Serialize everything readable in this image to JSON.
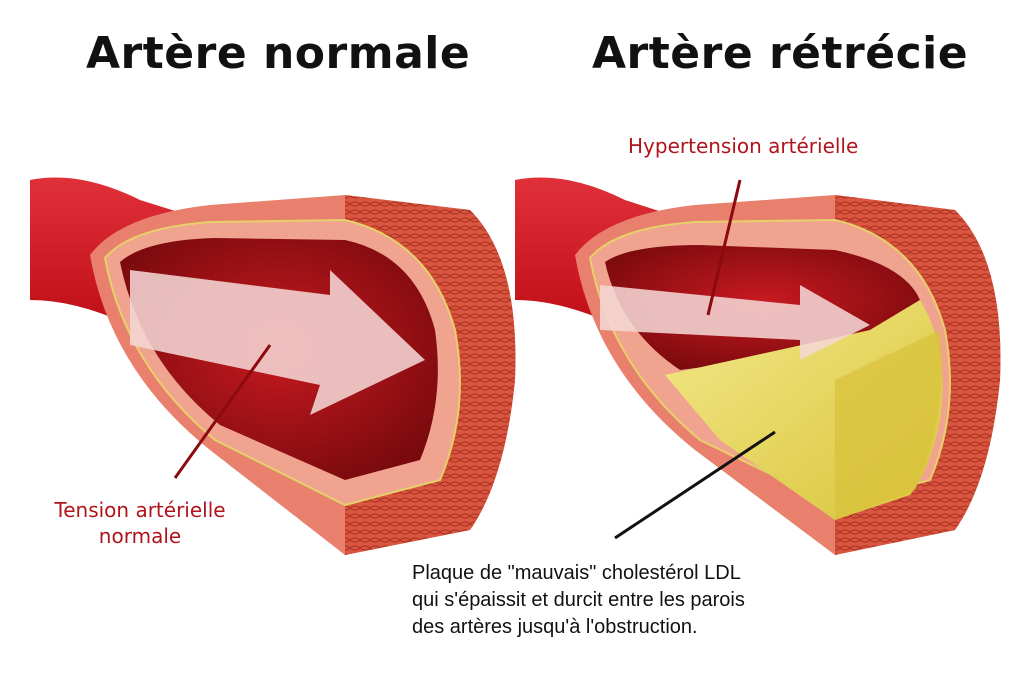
{
  "titles": {
    "left": "Artère normale",
    "right": "Artère rétrécie"
  },
  "labels": {
    "normal_tension_line1": "Tension artérielle",
    "normal_tension_line2": "normale",
    "hypertension": "Hypertension artérielle",
    "plaque_line1": "Plaque de \"mauvais\" cholestérol LDL",
    "plaque_line2": "qui s'épaissit et durcit entre les parois",
    "plaque_line3": "des artères jusqu'à l'obstruction."
  },
  "colors": {
    "label_red": "#b0141c",
    "artery_red": "#c4121b",
    "wall_pink": "#e9806d",
    "plaque_yellow": "#e8d84a",
    "arrow_white": "#f4d6d4"
  }
}
